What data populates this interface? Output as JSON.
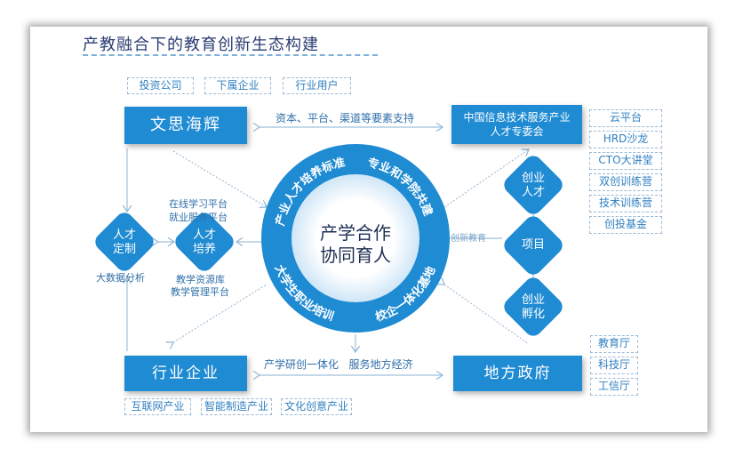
{
  "title": "产教融合下的教育创新生态构建",
  "top_tags": [
    "投资公司",
    "下属企业",
    "行业用户"
  ],
  "wensi": "文思海辉",
  "top_arrow_text": "资本、平台、渠道等要素支持",
  "committee": {
    "line1": "中国信息技术服务产业",
    "line2": "人才专委会"
  },
  "right_tags": [
    "云平台",
    "HRD沙龙",
    "CTO大讲堂",
    "双创训练营",
    "技术训练营",
    "创投基金"
  ],
  "left_diamonds": [
    {
      "l1": "人才",
      "l2": "定制"
    },
    {
      "l1": "人才",
      "l2": "培养"
    }
  ],
  "big_data": "大数据分析",
  "platforms_top": [
    "在线学习平台",
    "就业服务平台"
  ],
  "platforms_bottom": [
    "教学资源库",
    "教学管理平台"
  ],
  "center": {
    "l1": "产学合作",
    "l2": "协同育人"
  },
  "ring": [
    "产业人才培养标准",
    "专业和学院共建",
    "校企一体化基地",
    "大学生职业培训"
  ],
  "innovation_edu": "创新教育",
  "right_diamonds": [
    {
      "l1": "创业",
      "l2": "人才"
    },
    {
      "l1": "项目",
      "l2": ""
    },
    {
      "l1": "创业",
      "l2": "孵化"
    }
  ],
  "industry": "行业企业",
  "government": "地方政府",
  "bottom_arrow_text": "产学研创一体化   服务地方经济",
  "bottom_tags": [
    "互联网产业",
    "智能制造产业",
    "文化创意产业"
  ],
  "gov_tags": [
    "教育厅",
    "科技厅",
    "工信厅"
  ],
  "colors": {
    "blue": "#1f8bd3",
    "title": "#2b3d73"
  }
}
